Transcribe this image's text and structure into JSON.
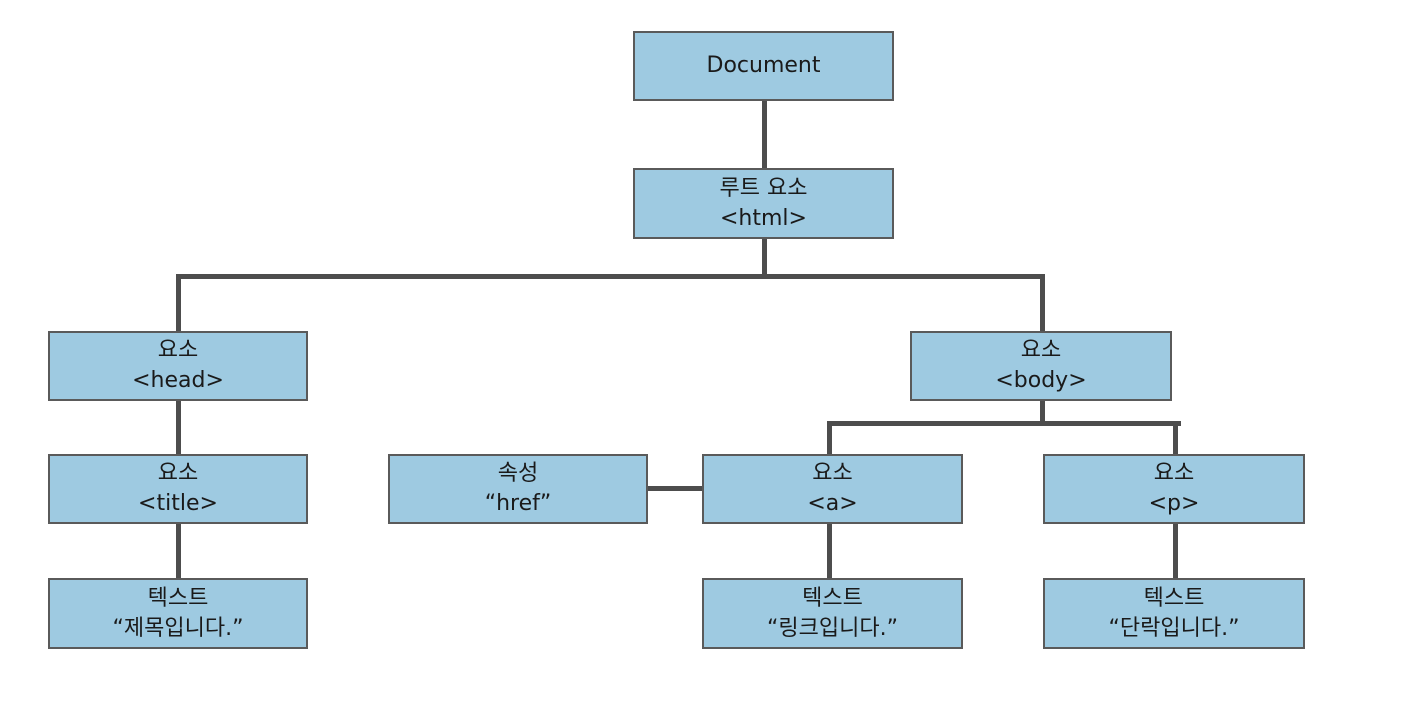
{
  "colors": {
    "node_fill": "#9ecae1",
    "node_border": "#5a5a5a",
    "connector": "#4d4d4d",
    "text": "#1a1a1a",
    "background": "#ffffff"
  },
  "nodes": {
    "document": {
      "line1": "Document"
    },
    "html": {
      "line1": "루트 요소",
      "line2": "<html>"
    },
    "head": {
      "line1": "요소",
      "line2": "<head>"
    },
    "body": {
      "line1": "요소",
      "line2": "<body>"
    },
    "title": {
      "line1": "요소",
      "line2": "<title>"
    },
    "href": {
      "line1": "속성",
      "line2": "“href”"
    },
    "a": {
      "line1": "요소",
      "line2": "<a>"
    },
    "p": {
      "line1": "요소",
      "line2": "<p>"
    },
    "title_text": {
      "line1": "텍스트",
      "line2": "“제목입니다.”"
    },
    "a_text": {
      "line1": "텍스트",
      "line2": "“링크입니다.”"
    },
    "p_text": {
      "line1": "텍스트",
      "line2": "“단락입니다.”"
    }
  }
}
